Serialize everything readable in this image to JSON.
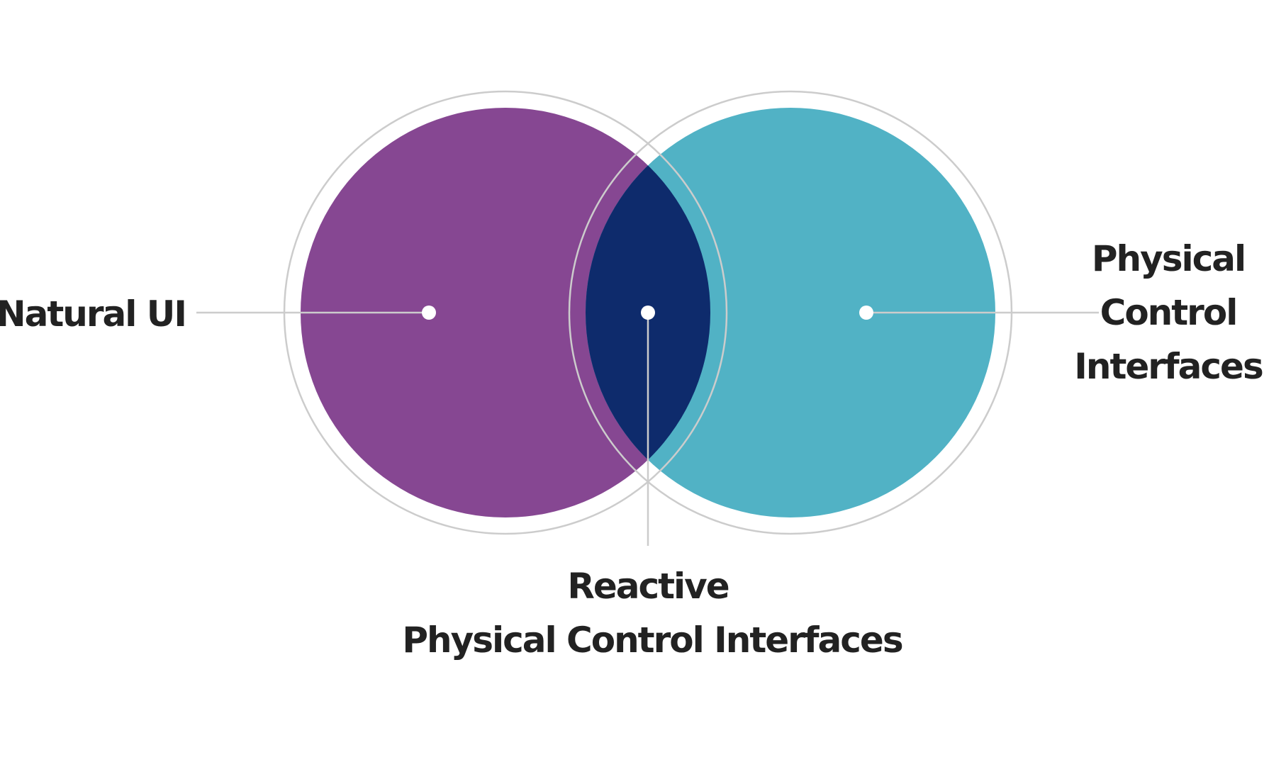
{
  "diagram": {
    "left_set": {
      "label_lines": [
        "Natural UI"
      ],
      "color": "#864792"
    },
    "right_set": {
      "label_lines": [
        "Physical",
        "Control",
        "Interfaces"
      ],
      "color": "#51b2c5"
    },
    "intersection": {
      "label_lines": [
        "Reactive",
        "Physical Control Interfaces"
      ],
      "color": "#0e2b6c"
    },
    "outline_color": "#cccccc",
    "connector_color": "#cccccc",
    "marker_color": "#ffffff",
    "text_color": "#222222"
  }
}
